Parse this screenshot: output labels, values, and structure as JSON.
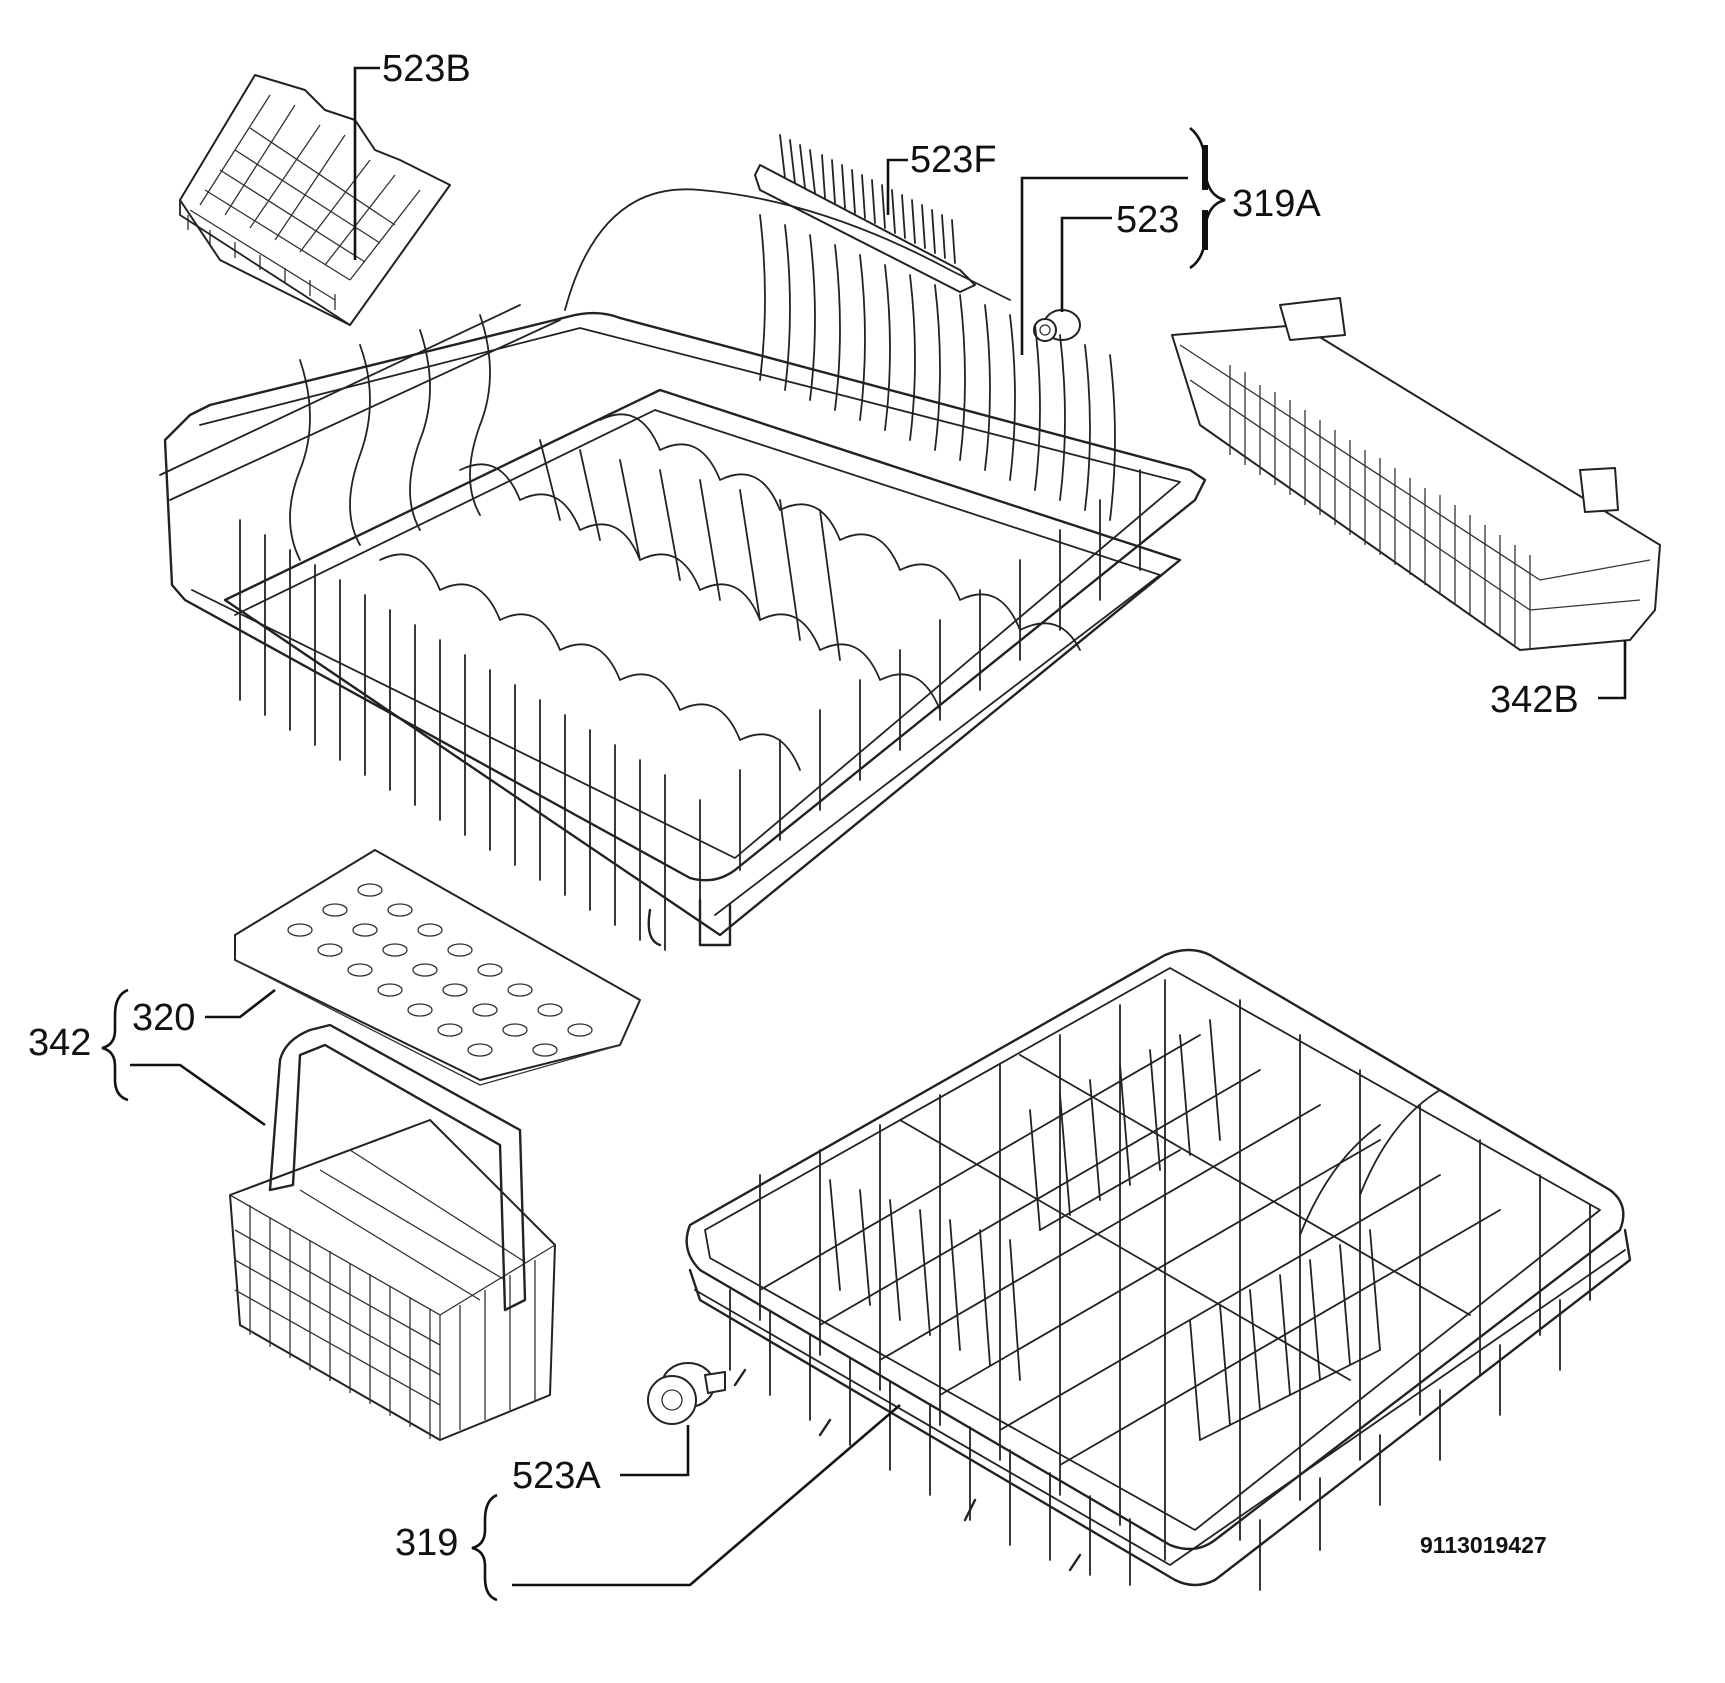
{
  "labels": {
    "l523b": "523B",
    "l523f": "523F",
    "l523": "523",
    "l319a": "319A",
    "l342b": "342B",
    "l320": "320",
    "l342": "342",
    "l523a": "523A",
    "l319": "319"
  },
  "drawing_code": "9113019427",
  "parts": [
    {
      "id": "523B",
      "name": "cup-rack-insert"
    },
    {
      "id": "523F",
      "name": "plate-support-comb"
    },
    {
      "id": "523",
      "name": "upper-basket-wheel"
    },
    {
      "id": "319A",
      "name": "upper-basket"
    },
    {
      "id": "342B",
      "name": "cutlery-tray"
    },
    {
      "id": "320",
      "name": "cutlery-basket-lid"
    },
    {
      "id": "342",
      "name": "cutlery-basket"
    },
    {
      "id": "523A",
      "name": "lower-basket-wheel"
    },
    {
      "id": "319",
      "name": "lower-basket"
    }
  ]
}
